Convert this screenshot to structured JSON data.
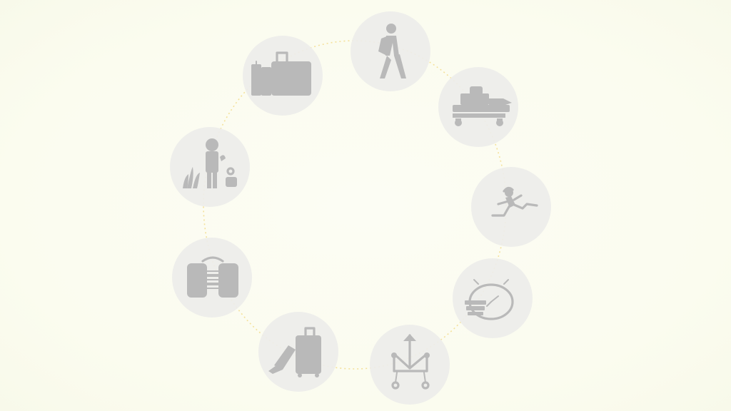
{
  "diagram": {
    "type": "cycle",
    "background_color": "#fbfcf1",
    "connector_color": "#f3dc8c",
    "node_color": "#ededea",
    "icon_color": "#b9b9b9",
    "nodes": [
      {
        "id": "walking",
        "icon": "person-walking-icon"
      },
      {
        "id": "conveyor",
        "icon": "baggage-conveyor-icon"
      },
      {
        "id": "running",
        "icon": "person-running-icon"
      },
      {
        "id": "clock",
        "icon": "clock-tickets-icon"
      },
      {
        "id": "arrow-cart",
        "icon": "arrow-cart-icon"
      },
      {
        "id": "rolling-luggage",
        "icon": "rolling-luggage-icon"
      },
      {
        "id": "backpack",
        "icon": "backpack-icon"
      },
      {
        "id": "waiting",
        "icon": "person-waiting-icon"
      },
      {
        "id": "suitcases",
        "icon": "suitcases-icon"
      }
    ]
  }
}
